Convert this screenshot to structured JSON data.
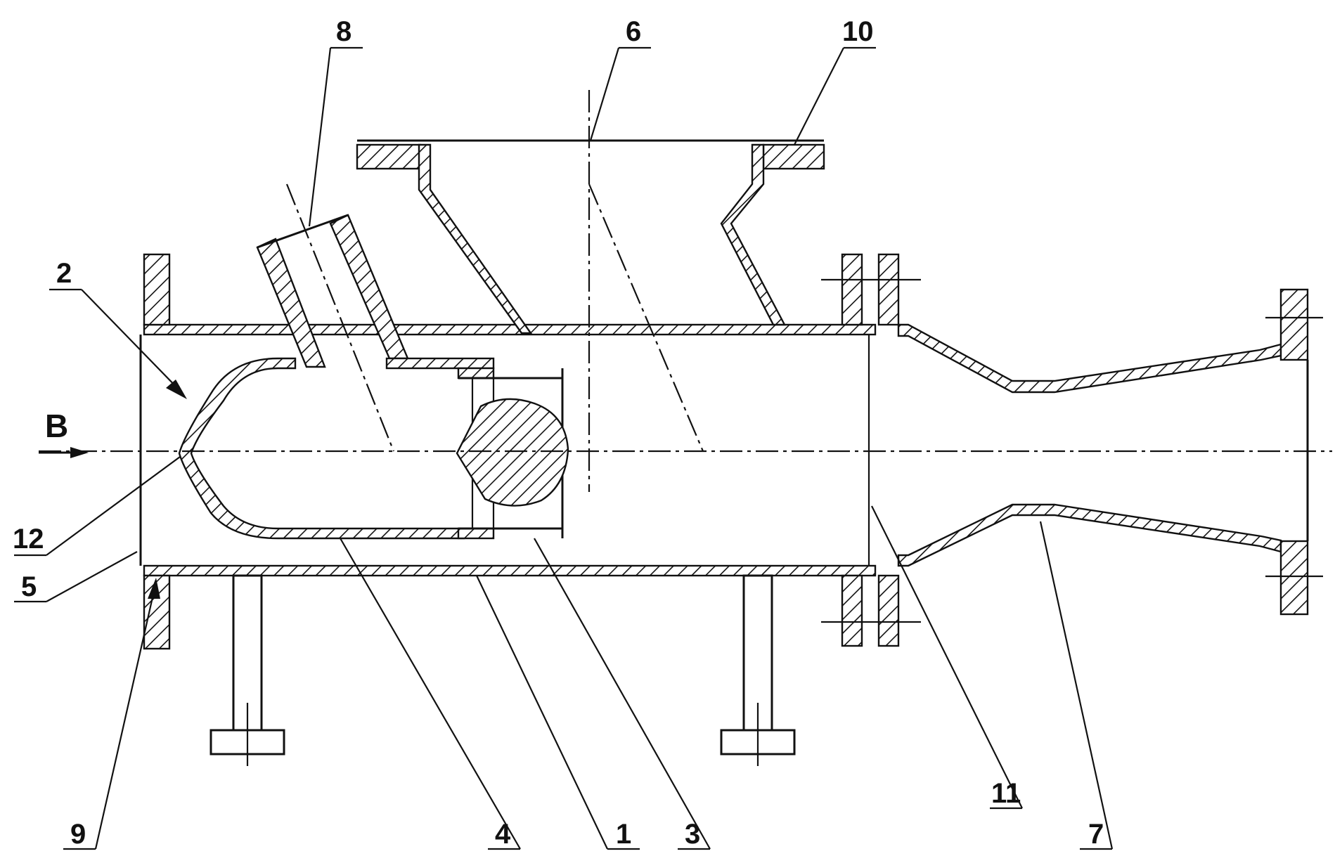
{
  "figure": {
    "flow_direction_label": "B",
    "part_labels": [
      {
        "id": "lbl-1",
        "text": "1"
      },
      {
        "id": "lbl-2",
        "text": "2"
      },
      {
        "id": "lbl-3",
        "text": "3"
      },
      {
        "id": "lbl-4",
        "text": "4"
      },
      {
        "id": "lbl-5",
        "text": "5"
      },
      {
        "id": "lbl-6",
        "text": "6"
      },
      {
        "id": "lbl-7",
        "text": "7"
      },
      {
        "id": "lbl-8",
        "text": "8"
      },
      {
        "id": "lbl-9",
        "text": "9"
      },
      {
        "id": "lbl-10",
        "text": "10"
      },
      {
        "id": "lbl-11",
        "text": "11"
      },
      {
        "id": "lbl-12",
        "text": "12"
      }
    ]
  }
}
